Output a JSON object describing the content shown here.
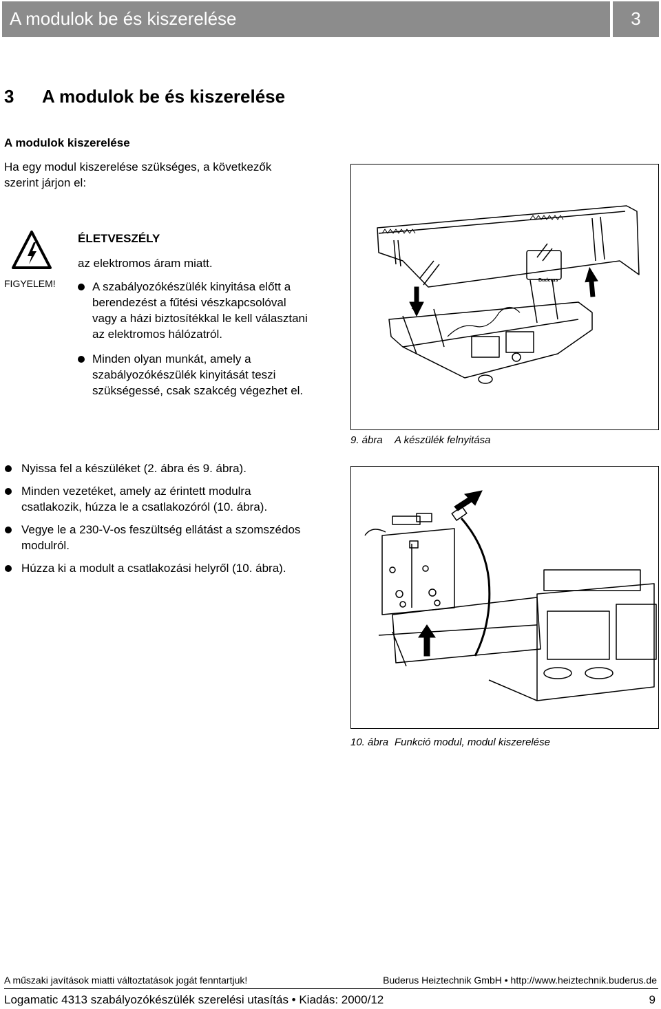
{
  "header": {
    "title": "A modulok be és kiszerelése",
    "number": "3"
  },
  "chapter": {
    "number": "3",
    "title": "A modulok be és kiszerelése"
  },
  "section": {
    "heading": "A modulok kiszerelése",
    "intro": "Ha egy modul kiszerelése szükséges, a következők szerint járjon el:"
  },
  "warning": {
    "label": "FIGYELEM!",
    "title": "ÉLETVESZÉLY",
    "subtitle": "az elektromos áram miatt.",
    "items": [
      "A szabályozókészülék kinyitása előtt a berendezést a fűtési vészkapcsolóval vagy a házi biztosítékkal le kell választani az elektromos hálózatról.",
      "Minden olyan munkát, amely a szabályozókészülék kinyitását teszi szükségessé, csak szakcég végezhet el."
    ]
  },
  "steps": [
    "Nyissa fel a készüléket (2. ábra és 9. ábra).",
    "Minden vezetéket, amely az érintett modulra csatlakozik, húzza le a csatlakozóról (10. ábra).",
    "Vegye le a 230-V-os feszültség ellátást a szomszédos modulról.",
    "Húzza ki a modult a csatlakozási helyről (10. ábra)."
  ],
  "figures": [
    {
      "label": "9. ábra",
      "caption": "A készülék felnyitása",
      "brand": "Buderus"
    },
    {
      "label": "10. ábra",
      "caption": "Funkció modul, modul kiszerelése"
    }
  ],
  "footer": {
    "note_left": "A műszaki javítások miatti változtatások jogát fenntartjuk!",
    "note_right": "Buderus Heiztechnik GmbH • http://www.heiztechnik.buderus.de",
    "doc_title": "Logamatic 4313 szabályozókészülék szerelési utasítás • Kiadás: 2000/12",
    "page": "9"
  },
  "icons": {
    "warning": "high-voltage-warning-icon",
    "bullet": "bullet-dot-icon"
  }
}
